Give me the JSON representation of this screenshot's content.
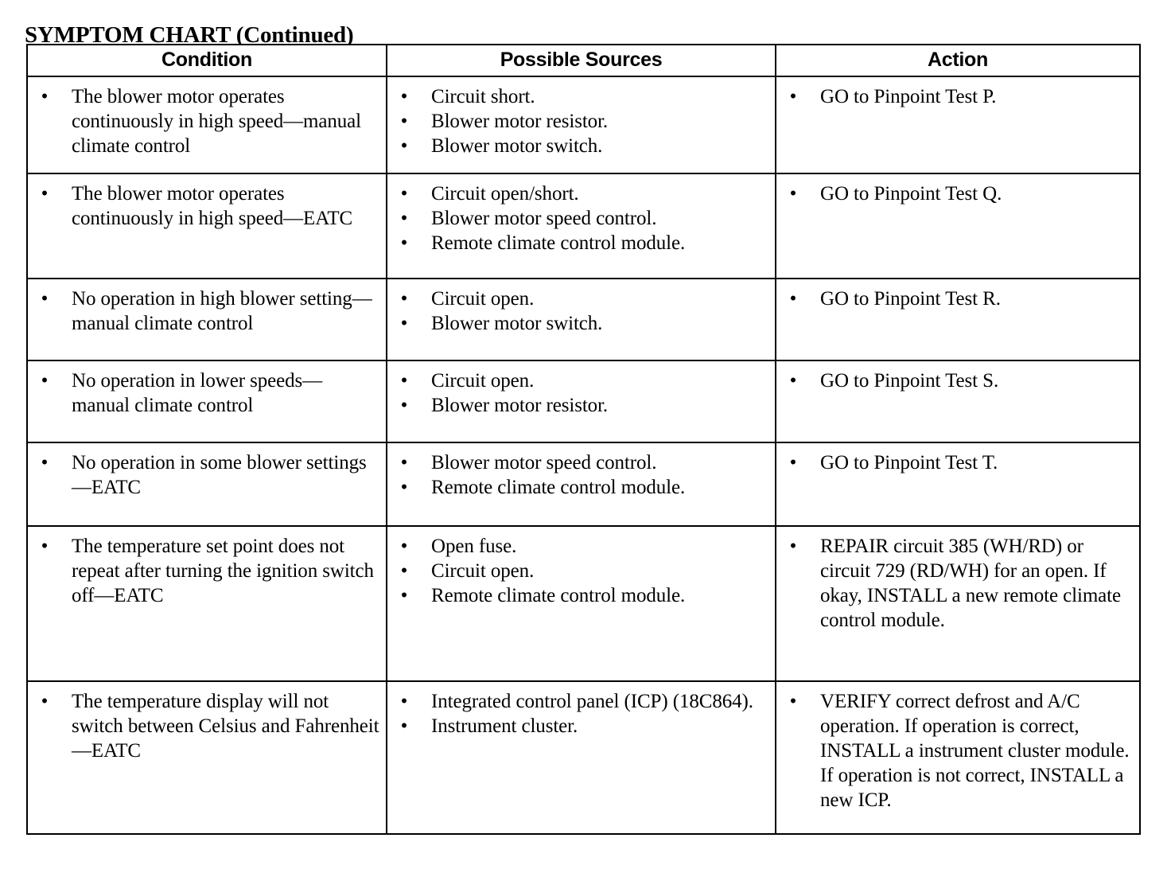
{
  "document": {
    "title": "SYMPTOM CHART (Continued)",
    "bullet_glyph": "•"
  },
  "table": {
    "headers": [
      "Condition",
      "Possible Sources",
      "Action"
    ],
    "rows": [
      {
        "condition": [
          "The blower motor operates continuously in high speed—manual climate control"
        ],
        "sources": [
          "Circuit short.",
          "Blower motor resistor.",
          "Blower motor switch."
        ],
        "action": [
          "GO to Pinpoint Test P."
        ]
      },
      {
        "condition": [
          "The blower motor operates continuously in high speed—EATC"
        ],
        "sources": [
          "Circuit open/short.",
          "Blower motor speed control.",
          "Remote climate control module."
        ],
        "action": [
          "GO to Pinpoint Test Q."
        ]
      },
      {
        "condition": [
          "No operation in high blower setting—manual climate control"
        ],
        "sources": [
          "Circuit open.",
          "Blower motor switch."
        ],
        "action": [
          "GO to Pinpoint Test R."
        ]
      },
      {
        "condition": [
          "No operation in lower speeds—manual climate control"
        ],
        "sources": [
          "Circuit open.",
          "Blower motor resistor."
        ],
        "action": [
          "GO to Pinpoint Test S."
        ]
      },
      {
        "condition": [
          "No operation in some blower settings—EATC"
        ],
        "sources": [
          "Blower motor speed control.",
          "Remote climate control module."
        ],
        "action": [
          "GO to Pinpoint Test T."
        ]
      },
      {
        "condition": [
          "The temperature set point does not repeat after turning the ignition switch off—EATC"
        ],
        "sources": [
          "Open fuse.",
          "Circuit open.",
          "Remote climate control module."
        ],
        "action": [
          "REPAIR circuit 385 (WH/RD) or circuit 729 (RD/WH) for an open. If okay, INSTALL a new remote climate control module."
        ]
      },
      {
        "condition": [
          "The temperature display will not switch between Celsius and Fahrenheit—EATC"
        ],
        "sources": [
          "Integrated control panel (ICP) (18C864).",
          "Instrument cluster."
        ],
        "action": [
          "VERIFY correct defrost and A/C operation. If operation is correct, INSTALL a instrument cluster module. If operation is not correct, INSTALL a new ICP."
        ]
      }
    ]
  }
}
